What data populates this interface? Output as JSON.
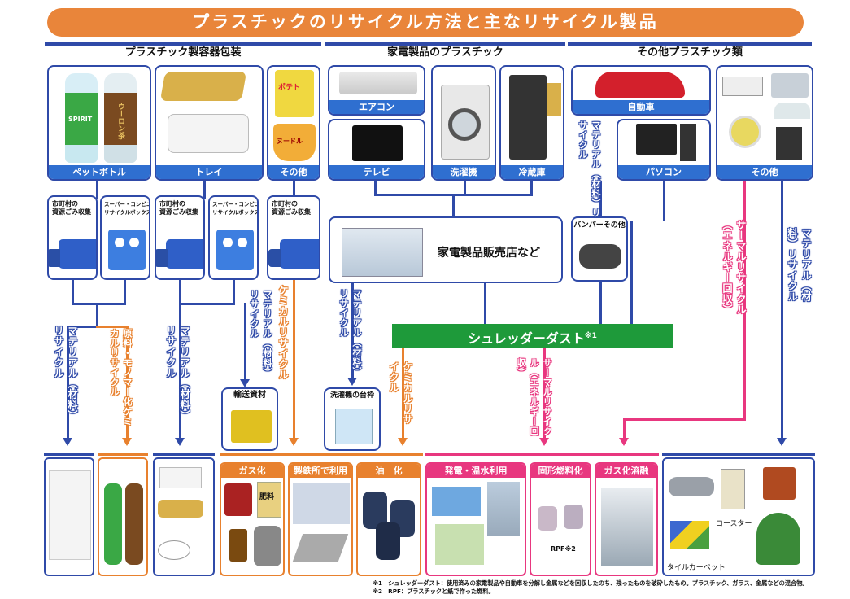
{
  "title": "プラスチックのリサイクル方法と主なリサイクル製品",
  "sections": {
    "containers": "プラスチック製容器包装",
    "appliances": "家電製品のプラスチック",
    "other": "その他プラスチック類"
  },
  "top_items": {
    "pet_bottle": "ペットボトル",
    "tray": "トレイ",
    "container_other": "その他",
    "aircon": "エアコン",
    "tv": "テレビ",
    "washer": "洗濯機",
    "fridge": "冷蔵庫",
    "car": "自動車",
    "pc": "パソコン",
    "other_other": "その他"
  },
  "pictures": {
    "label_spirit": "SPIRIT",
    "label_oolong": "ウーロン茶",
    "label_potato": "ポテト",
    "label_noodle": "ヌードル"
  },
  "collection": {
    "muni1": "市町村の\n資源ごみ収集",
    "store1": "スーパー・コンビニの\nリサイクルボックス",
    "muni2": "市町村の\n資源ごみ収集",
    "store2": "スーパー・コンビニの\nリサイクルボックス",
    "muni3": "市町村の\n資源ごみ収集"
  },
  "store": "家電製品販売店など",
  "bumper": "バンパーその他",
  "shredder": "シュレッダーダスト",
  "shredder_note_mark": "※1",
  "flows": {
    "material_recycle_a": "マテリアル（材料）リサイクル",
    "raw_monomer": "原料・モノマー化ケミカルリサイクル",
    "material_recycle_b": "マテリアル（材料）リサイクル",
    "material_recycle_c": "マテリアル（材料）リサイクル",
    "chemical_recycle_a": "ケミカルリサイクル",
    "material_recycle_d": "マテリアル（材料）リサイクル",
    "material_recycle_e": "マテリアル（材料）リサイクル",
    "chemical_recycle_b": "ケミカルリサイクル",
    "thermal_recycle_a": "サーマルリサイクル（エネルギー回収）",
    "thermal_recycle_b": "サーマルリサイクル（エネルギー回収）",
    "material_recycle_f": "マテリアル（材料）リサイクル"
  },
  "mid_products": {
    "transport": "輸送資材",
    "washer_base": "洗濯機の台枠"
  },
  "bottom": {
    "gasification": "ガス化",
    "steelworks": "製鉄所で利用",
    "oilification": "油　化",
    "power": "発電・温水利用",
    "solid_fuel": "固形燃料化",
    "gas_melting": "ガス化溶融",
    "rpf": "RPF※2",
    "coaster": "コースター",
    "tile_carpet": "タイルカーペット",
    "fertilizer": "肥料"
  },
  "footnotes": {
    "n1": "※1　シュレッダーダスト：使用済みの家電製品や自動車を分解し金属などを回収したのち、残ったものを破砕したもの。プラスチック、ガラス、金属などの混合物。",
    "n2": "※2　RPF：プラスチックと紙で作った燃料。"
  },
  "colors": {
    "title_orange": "#e9853a",
    "blue": "#2f4aa8",
    "label_blue": "#2f6fd0",
    "orange": "#e8812e",
    "pink": "#e8377f",
    "green": "#1e9a3a"
  }
}
